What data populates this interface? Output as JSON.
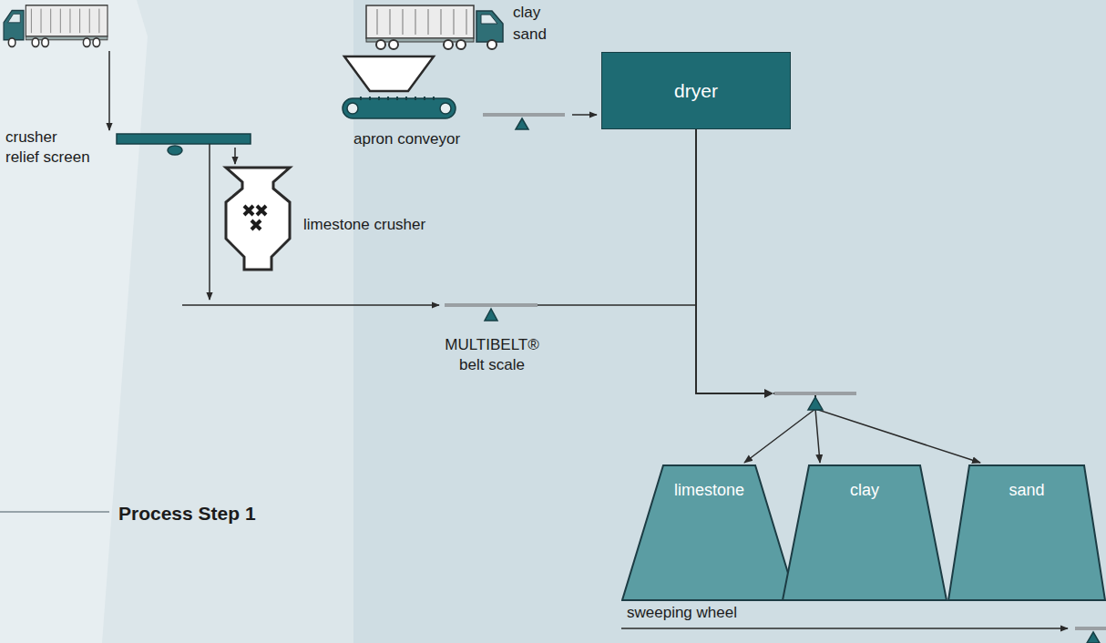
{
  "diagram": {
    "title": "Process Step 1",
    "nodes": [
      {
        "text": [
          "dryer"
        ]
      },
      {
        "text": [
          "limestone"
        ]
      },
      {
        "text": [
          "clay"
        ]
      },
      {
        "text": [
          "sand"
        ]
      }
    ],
    "edges": [
      {
        "from": 0,
        "to": 1,
        "arrow": "to"
      },
      {
        "from": 0,
        "to": 2,
        "arrow": "to"
      },
      {
        "from": 0,
        "to": 3,
        "arrow": "to"
      }
    ],
    "labels": [
      "clay",
      "sand",
      "crusher relief screen",
      "apron conveyor",
      "limestone crusher",
      "MULTIBELT® belt scale",
      "sweeping wheel"
    ]
  }
}
